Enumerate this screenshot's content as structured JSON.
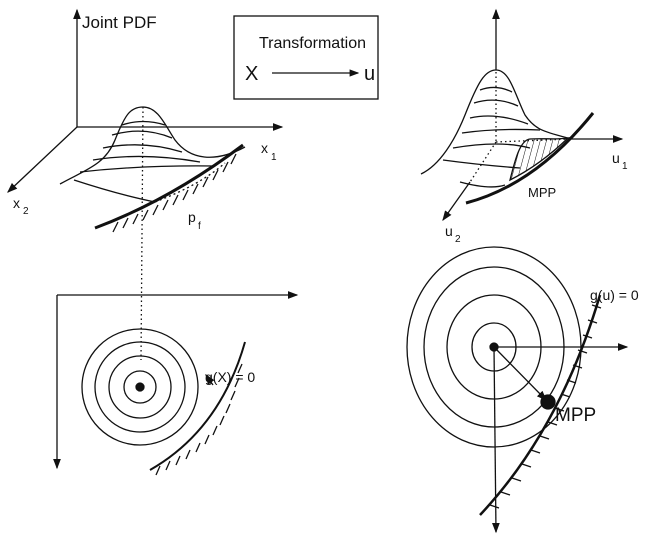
{
  "top_left": {
    "axis_label": "Joint PDF",
    "x1_label": "x",
    "x1_sub": "1",
    "x2_label": "x",
    "x2_sub": "2",
    "pf_label": "p",
    "pf_sub": "f"
  },
  "transform_box": {
    "title": "Transformation",
    "from": "X",
    "to": "u"
  },
  "top_right": {
    "u1_label": "u",
    "u1_sub": "1",
    "u2_label": "u",
    "u2_sub": "2",
    "mpp_label": "MPP"
  },
  "bottom_left": {
    "limit_state_label": "g(X) = 0"
  },
  "bottom_right": {
    "limit_state_label": "g(u) = 0",
    "mpp_label": "MPP"
  }
}
